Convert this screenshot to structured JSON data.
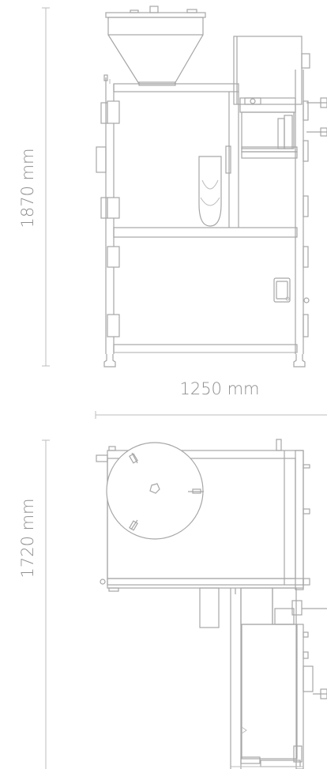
{
  "dimensions": {
    "height_front": "1870 mm",
    "width": "1250 mm",
    "depth_top": "1720 mm"
  },
  "colors": {
    "line": "#a6a6a6",
    "text": "#8f8f8f",
    "background": "#ffffff"
  }
}
